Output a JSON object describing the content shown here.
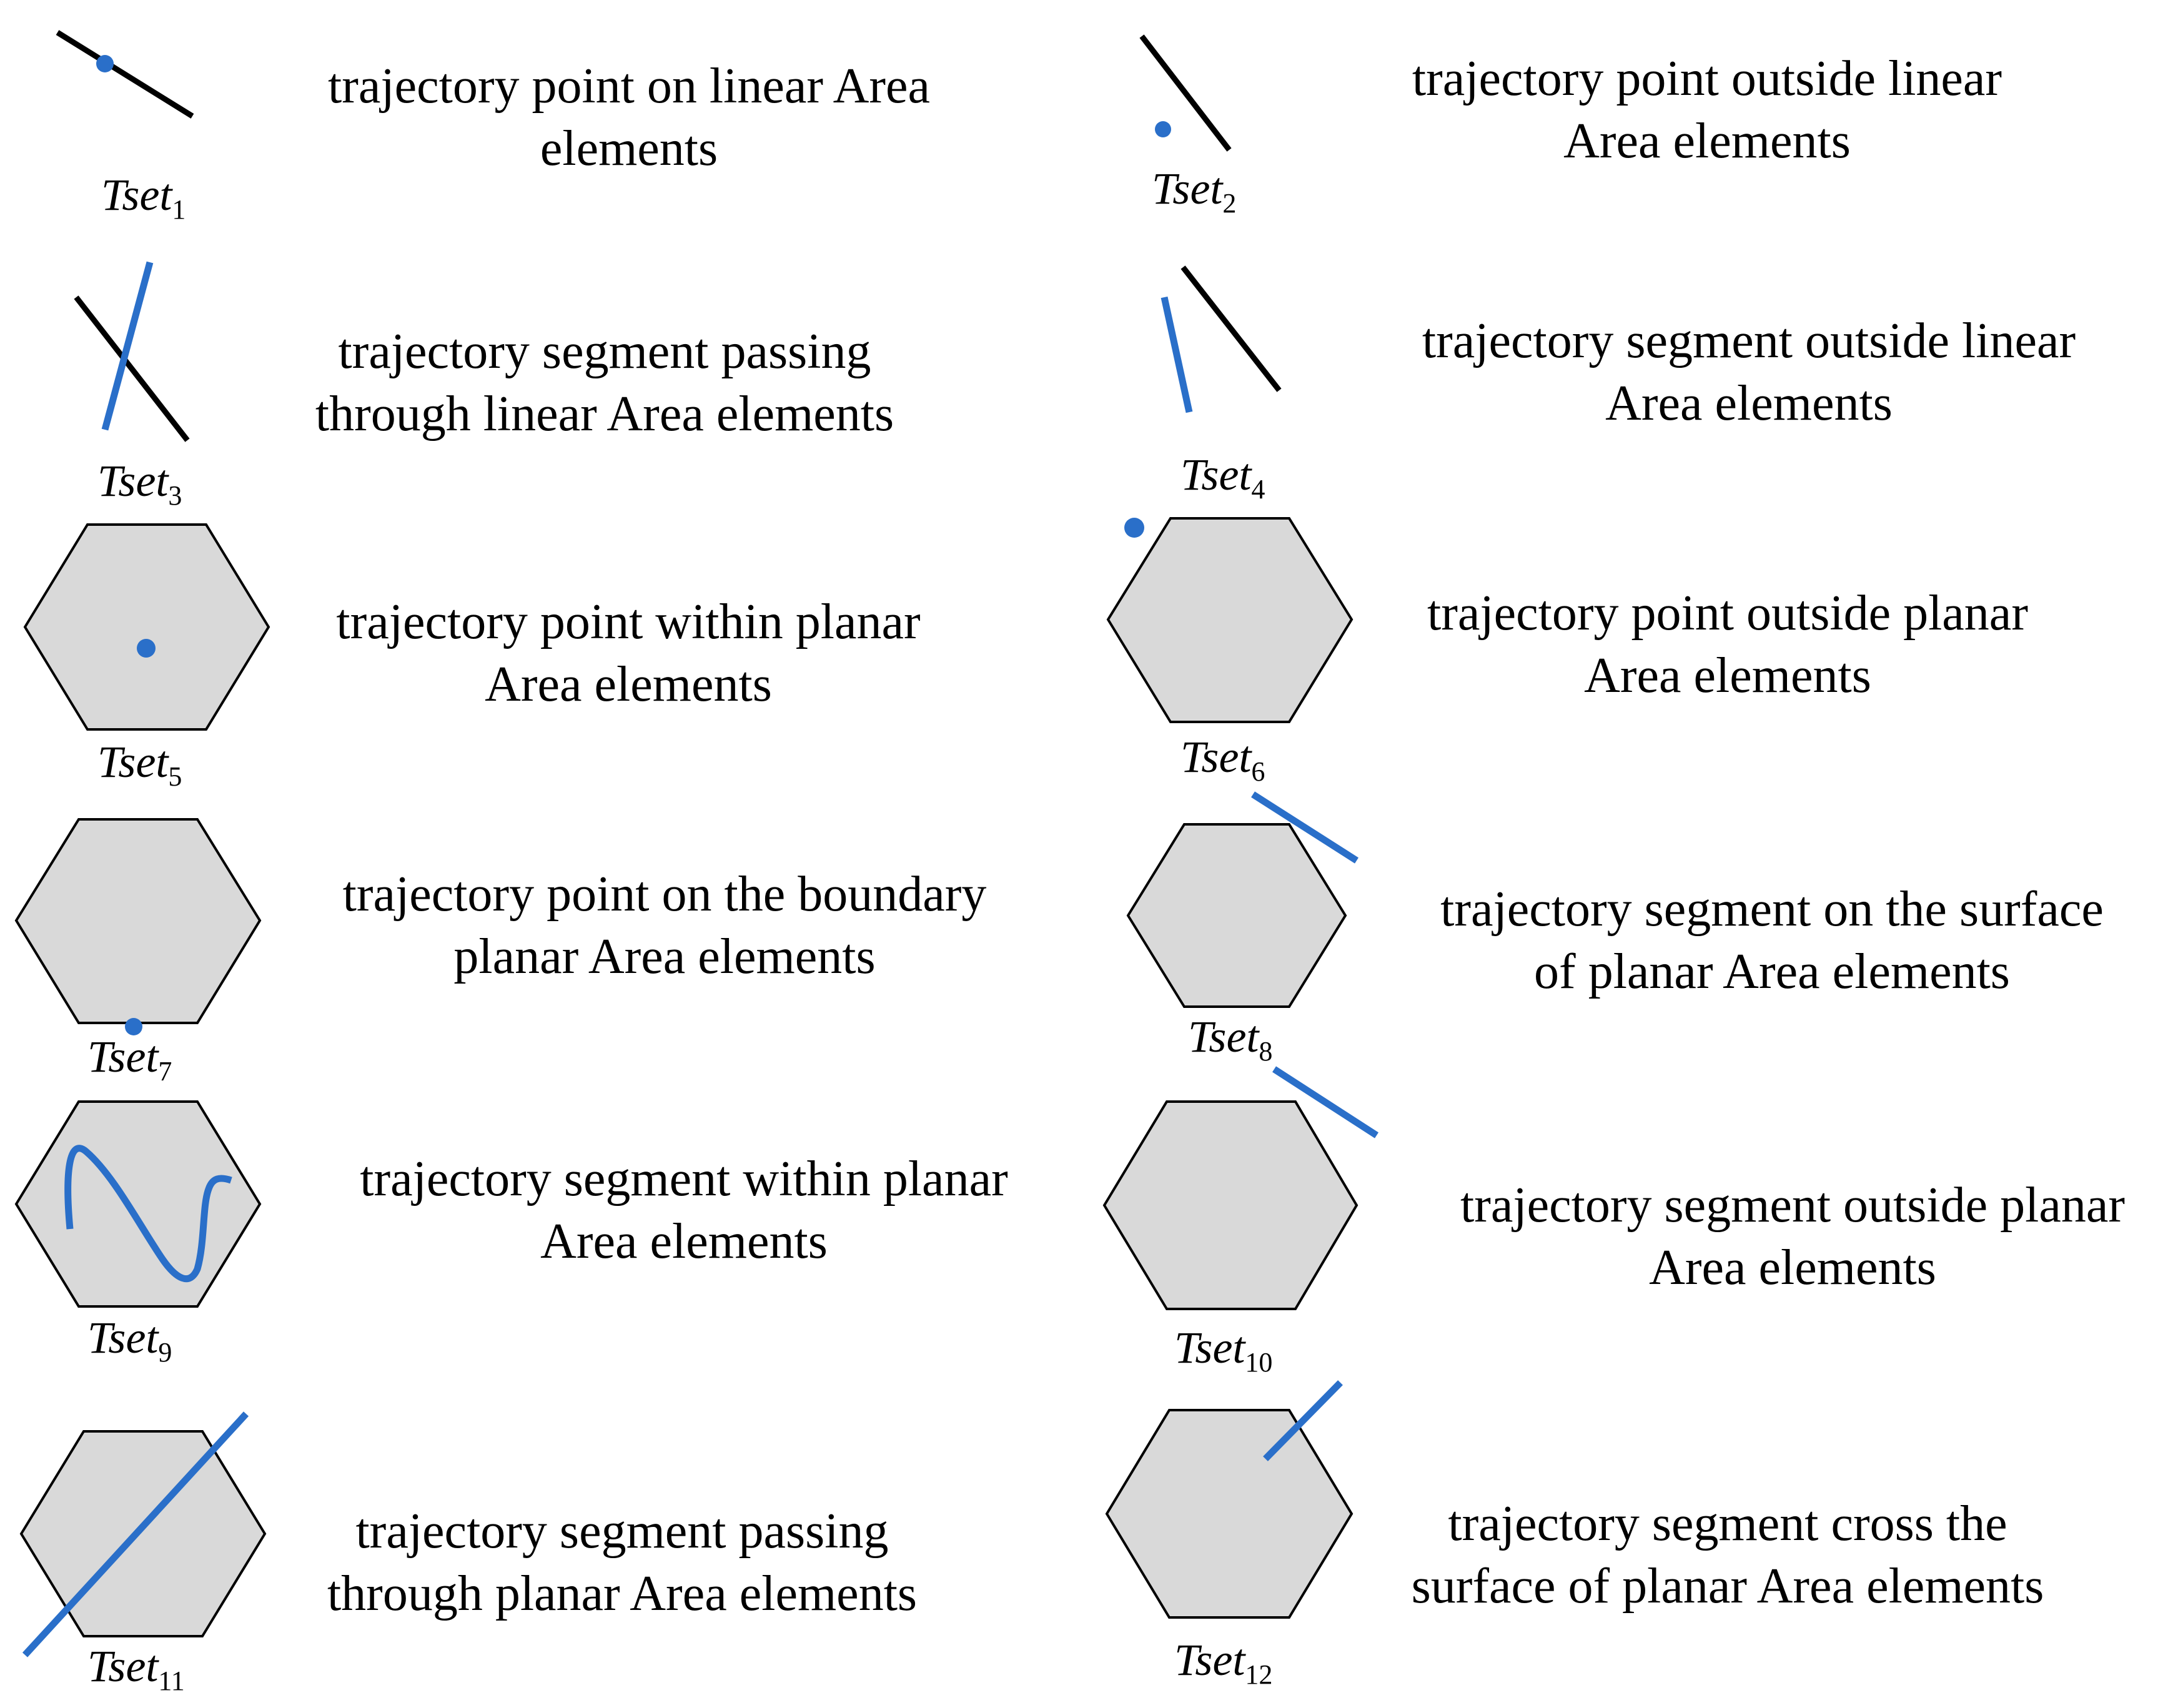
{
  "colors": {
    "element": "#000000",
    "trajectory": "#2a6fc9",
    "planar_fill": "#d9d9d9"
  },
  "cases": [
    {
      "label": "Tset",
      "index": "1",
      "desc1": "trajectory point on linear Area",
      "desc2": "elements"
    },
    {
      "label": "Tset",
      "index": "2",
      "desc1": "trajectory point outside linear",
      "desc2": "Area elements"
    },
    {
      "label": "Tset",
      "index": "3",
      "desc1": "trajectory segment passing",
      "desc2": "through linear Area elements"
    },
    {
      "label": "Tset",
      "index": "4",
      "desc1": "trajectory segment outside linear",
      "desc2": "Area elements"
    },
    {
      "label": "Tset",
      "index": "5",
      "desc1": "trajectory point within planar",
      "desc2": "Area elements"
    },
    {
      "label": "Tset",
      "index": "6",
      "desc1": "trajectory point outside planar",
      "desc2": "Area elements"
    },
    {
      "label": "Tset",
      "index": "7",
      "desc1": "trajectory point on the boundary",
      "desc2": "planar Area elements"
    },
    {
      "label": "Tset",
      "index": "8",
      "desc1": "trajectory segment on the surface",
      "desc2": "of planar Area elements"
    },
    {
      "label": "Tset",
      "index": "9",
      "desc1": "trajectory segment within planar",
      "desc2": "Area elements"
    },
    {
      "label": "Tset",
      "index": "10",
      "desc1": "trajectory segment outside planar",
      "desc2": "Area elements"
    },
    {
      "label": "Tset",
      "index": "11",
      "desc1": "trajectory segment passing",
      "desc2": "through planar Area elements"
    },
    {
      "label": "Tset",
      "index": "12",
      "desc1": "trajectory segment cross the",
      "desc2": "surface of planar Area elements"
    }
  ]
}
